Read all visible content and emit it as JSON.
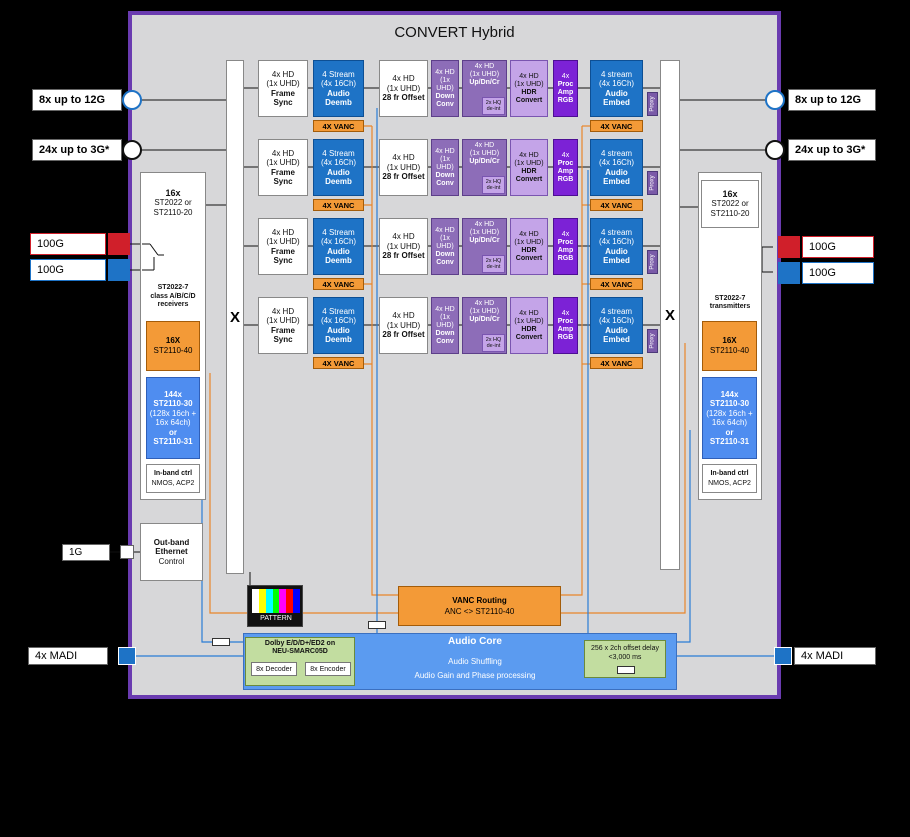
{
  "title": "CONVERT Hybrid",
  "inputs": {
    "sdi12g": "8x up to 12G",
    "sdi3g": "24x up to 3G*",
    "net_a": "100G",
    "net_b": "100G",
    "eth": "1G",
    "madi": "4x MADI"
  },
  "outputs": {
    "sdi12g": "8x up to 12G",
    "sdi3g": "24x up to 3G*",
    "net_a": "100G",
    "net_b": "100G",
    "madi": "4x MADI"
  },
  "left_panel": {
    "st2022_count": "16x",
    "st2022_l1": "ST2022 or",
    "st2022_l2": "ST2110-20",
    "receivers_l1": "ST2022-7",
    "receivers_l2": "class A/B/C/D",
    "receivers_l3": "receivers",
    "st2110_40_count": "16X",
    "st2110_40": "ST2110-40",
    "audio_count": "144x",
    "audio_l1": "ST2110-30",
    "audio_l2": "(128x 16ch +",
    "audio_l3": "16x 64ch)",
    "audio_or": "or",
    "audio_l4": "ST2110-31",
    "ctrl_l1": "In-band ctrl",
    "ctrl_l2": "NMOS, ACP2",
    "outband_l1": "Out-band",
    "outband_l2": "Ethernet",
    "outband_l3": "Control"
  },
  "right_panel": {
    "st2022_count": "16x",
    "st2022_l1": "ST2022 or",
    "st2022_l2": "ST2110-20",
    "transmitters_l1": "ST2022-7",
    "transmitters_l2": "transmitters",
    "st2110_40_count": "16X",
    "st2110_40": "ST2110-40",
    "audio_count": "144x",
    "audio_l1": "ST2110-30",
    "audio_l2": "(128x 16ch +",
    "audio_l3": "16x 64ch)",
    "audio_or": "or",
    "audio_l4": "ST2110-31",
    "ctrl_l1": "In-band ctrl",
    "ctrl_l2": "NMOS, ACP2"
  },
  "router_label": "X",
  "chain": {
    "frame_sync": [
      "4x HD",
      "(1x UHD)",
      "Frame",
      "Sync"
    ],
    "deemb": [
      "4 Stream",
      "(4x 16Ch)",
      "Audio",
      "Deemb"
    ],
    "vanc": "4X VANC",
    "offset": [
      "4x HD",
      "(1x UHD)",
      "28 fr Offset"
    ],
    "down_conv": [
      "4x HD",
      "(1x UHD)",
      "Down",
      "Conv"
    ],
    "updncr": [
      "4x HD",
      "(1x UHD)",
      "Up/Dn/Cr"
    ],
    "deint": [
      "2x HQ",
      "de-int"
    ],
    "hdr": [
      "4x HD",
      "(1x UHD)",
      "HDR",
      "Convert"
    ],
    "procamp": [
      "4x",
      "Proc",
      "Amp",
      "RGB"
    ],
    "embed": [
      "4 stream",
      "(4x 16Ch)",
      "Audio",
      "Embed"
    ],
    "proxy": "Proxy"
  },
  "pattern": "PATTERN",
  "vanc_routing": {
    "title": "VANC Routing",
    "subtitle": "ANC <> ST2110-40"
  },
  "audio_core": {
    "title": "Audio Core",
    "line1": "Audio Shuffling",
    "line2": "Audio Gain and Phase processing",
    "dolby_l1": "Dolby E/D/D+/ED2 on",
    "dolby_l2": "NEU-SMARC05D",
    "decoder": "8x Decoder",
    "encoder": "8x Encoder",
    "delay_l1": "256 x 2ch offset delay",
    "delay_l2": "<3,000 ms"
  },
  "colors": {
    "frame_border": "#6a3bb0",
    "blue": "#1e73c6",
    "orange": "#f39a37",
    "purple": "#8d6db8",
    "lavender": "#c4a4e8",
    "violet": "#7c22d6",
    "audio_core": "#5b9bf0",
    "green": "#c2dda0",
    "red": "#d01f2a"
  }
}
